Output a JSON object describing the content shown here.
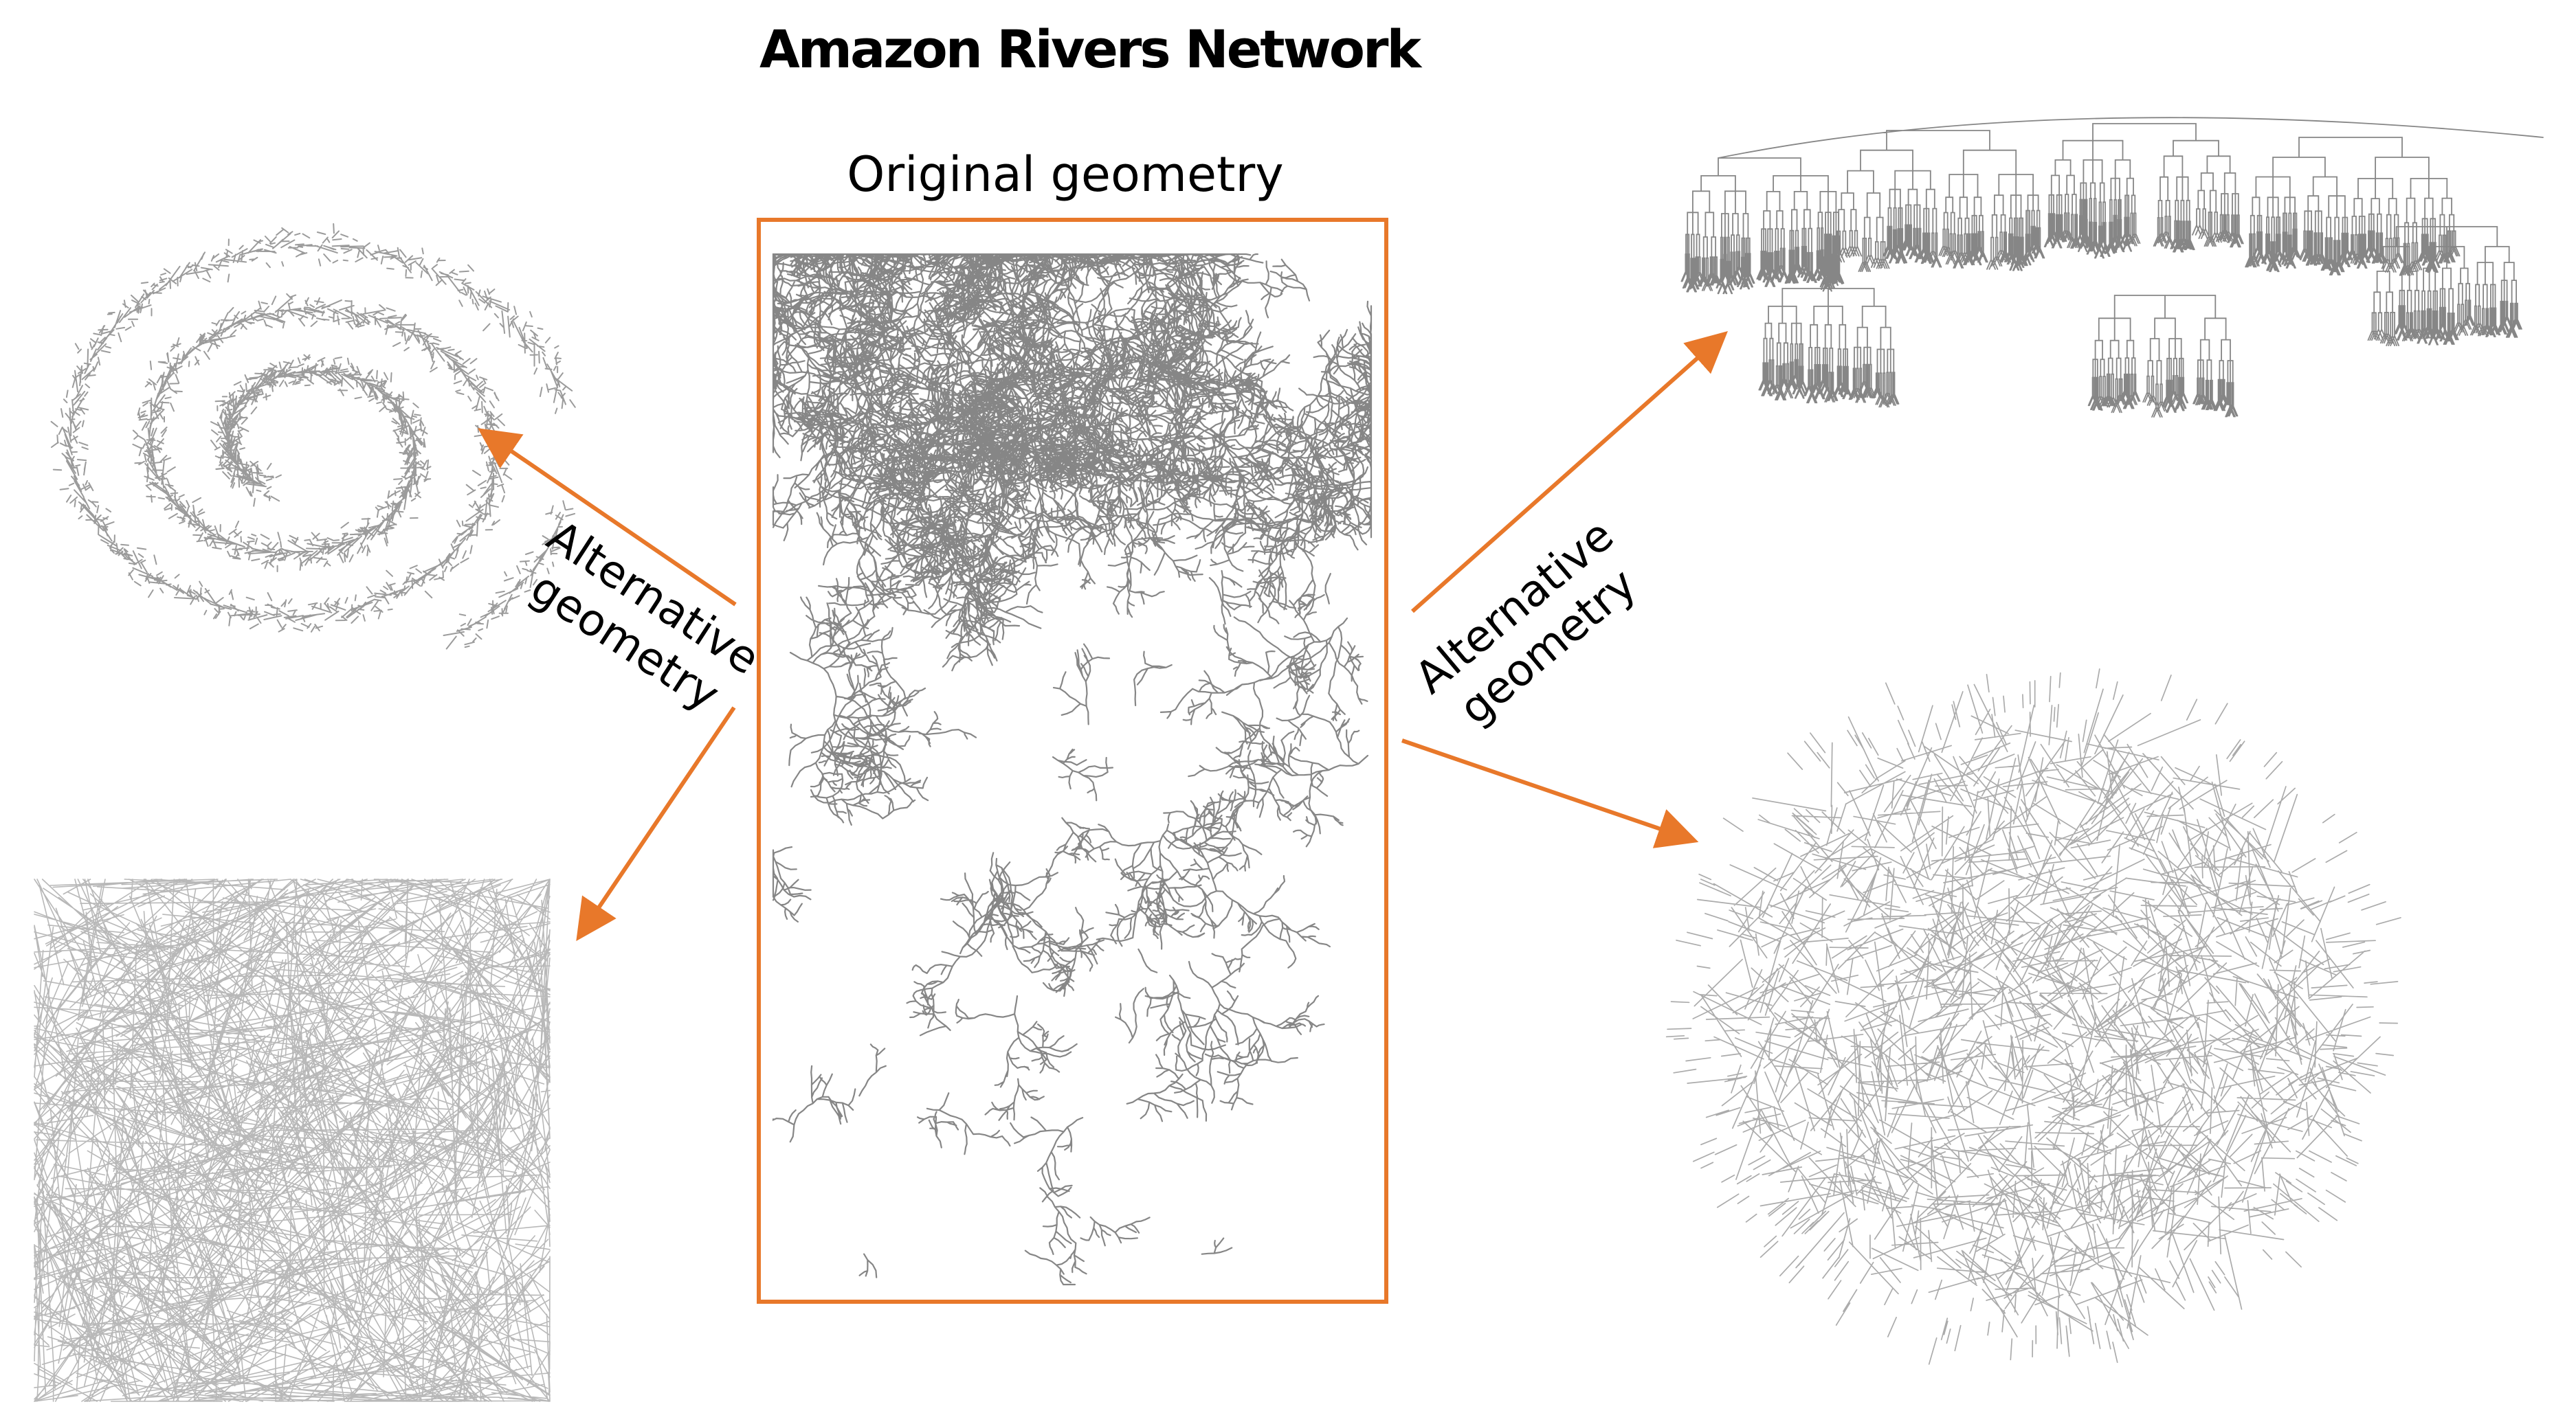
{
  "title": "Amazon Rivers Network",
  "center_label": "Original geometry",
  "left_label": [
    "Alternative",
    "geometry"
  ],
  "right_label": [
    "Alternative",
    "geometry"
  ],
  "colors": {
    "accent": "#E8782A",
    "ink": "#000000",
    "network_stroke": "#333333"
  },
  "panels": [
    {
      "id": "original-river",
      "style": "river-basin",
      "description_icon": "river-network-icon"
    },
    {
      "id": "spiral-tree",
      "style": "spiral-branching",
      "description_icon": "spiral-network-icon"
    },
    {
      "id": "random-square",
      "style": "dense-random-square",
      "description_icon": "random-network-icon"
    },
    {
      "id": "dendrogram",
      "style": "hierarchical-tree",
      "description_icon": "dendrogram-icon"
    },
    {
      "id": "radial-cloud",
      "style": "radial-force-layout",
      "description_icon": "radial-network-icon"
    }
  ]
}
